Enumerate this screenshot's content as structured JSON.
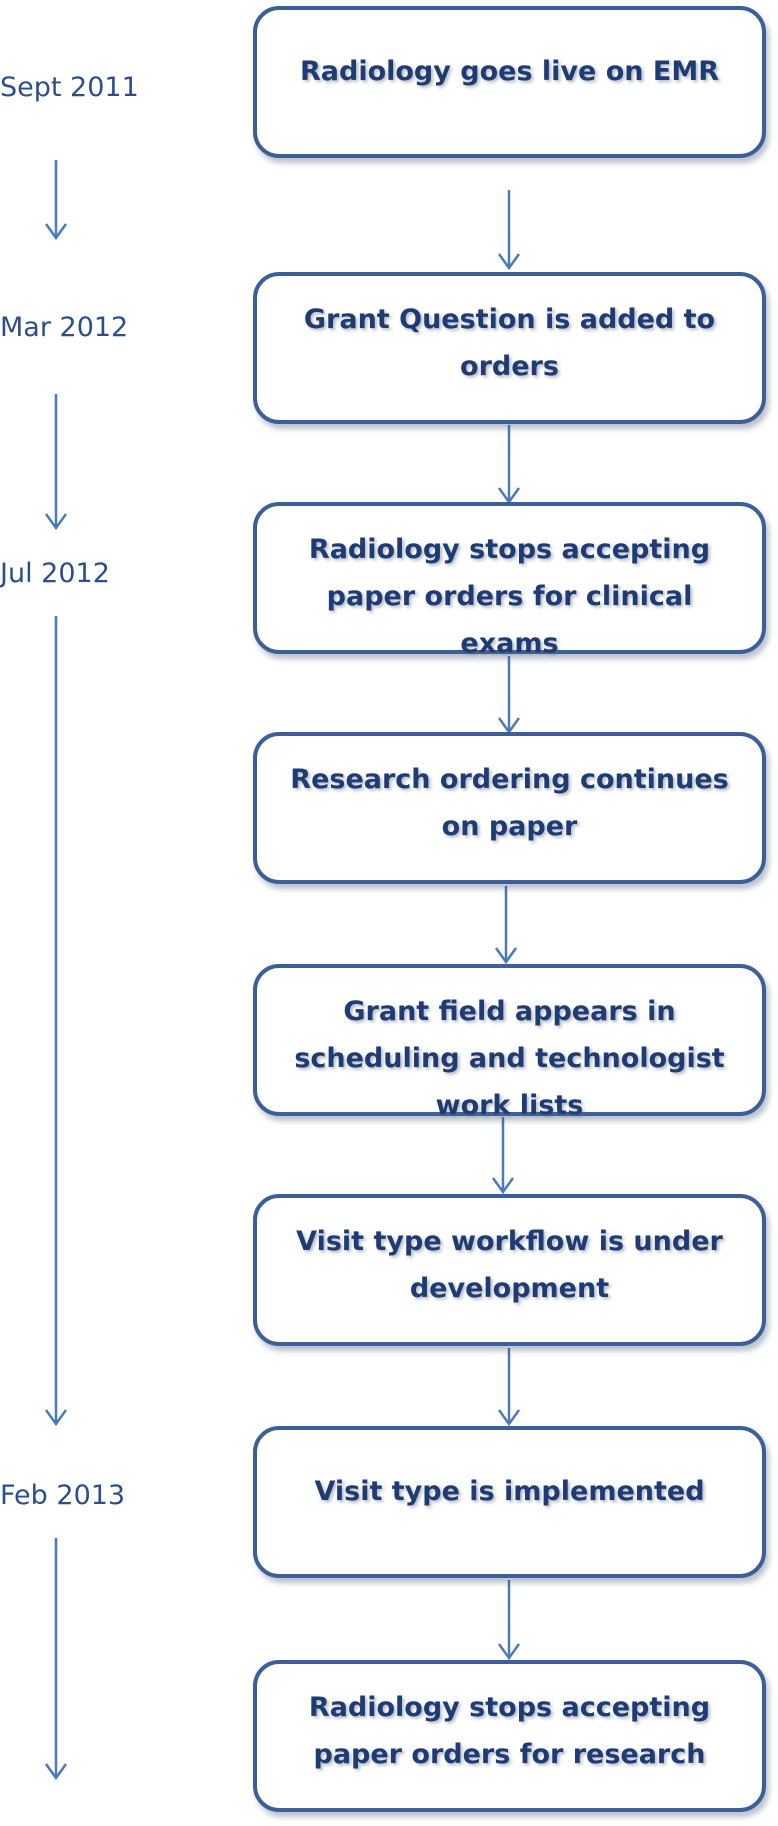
{
  "colors": {
    "box_border": "#3c5f97",
    "box_text": "#1f3b73",
    "date_text": "#2a4f8c",
    "arrow": "#4a7ab8"
  },
  "dates": [
    {
      "label": "Sept 2011"
    },
    {
      "label": "Mar 2012"
    },
    {
      "label": "Jul 2012"
    },
    {
      "label": "Feb 2013"
    }
  ],
  "steps": [
    {
      "label": "Radiology goes live on EMR"
    },
    {
      "label": "Grant Question is added to orders"
    },
    {
      "label": "Radiology stops accepting paper orders for clinical exams"
    },
    {
      "label": "Research ordering continues on paper"
    },
    {
      "label": "Grant field appears in scheduling and technologist work lists"
    },
    {
      "label": "Visit type workflow is under development"
    },
    {
      "label": "Visit type is implemented"
    },
    {
      "label": "Radiology stops accepting paper orders for research"
    }
  ]
}
